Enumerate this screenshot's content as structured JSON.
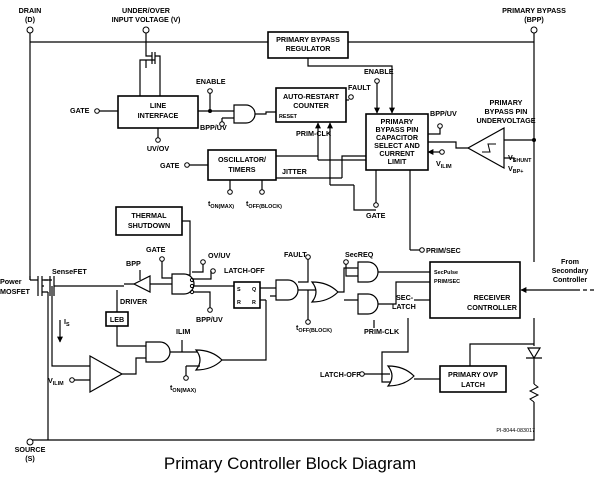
{
  "pins": {
    "drain": "DRAIN",
    "drain_sym": "(D)",
    "bpp": "PRIMARY BYPASS",
    "bpp_sym": "(BPP)",
    "source": "SOURCE",
    "source_sym": "(S)",
    "uvov1": "UNDER/OVER",
    "uvov2": "INPUT VOLTAGE (V)"
  },
  "blocks": {
    "bypass_reg_1": "PRIMARY BYPASS",
    "bypass_reg_2": "REGULATOR",
    "line_if_1": "LINE",
    "line_if_2": "INTERFACE",
    "auto_restart_1": "AUTO-RESTART",
    "auto_restart_2": "COUNTER",
    "reset": "RESET",
    "cap_sel_1": "PRIMARY",
    "cap_sel_2": "BYPASS PIN",
    "cap_sel_3": "CAPACITOR",
    "cap_sel_4": "SELECT AND",
    "cap_sel_5": "CURRENT",
    "cap_sel_6": "LIMIT",
    "osc_1": "OSCILLATOR/",
    "osc_2": "TIMERS",
    "thermal_1": "THERMAL",
    "thermal_2": "SHUTDOWN",
    "receiver_1": "RECEIVER",
    "receiver_2": "CONTROLLER",
    "secpulse": "SecPulse",
    "primsec_in": "PRIM/SEC",
    "ovp_1": "PRIMARY OVP",
    "ovp_2": "LATCH",
    "leb": "LEB",
    "ff_s": "S",
    "ff_q": "Q",
    "ff_r": "R"
  },
  "labels": {
    "gate1": "GATE",
    "enable1": "ENABLE",
    "bpp_uv1": "BPP/UV",
    "uv_ov": "UV/OV",
    "fault1": "FAULT",
    "enable2": "ENABLE",
    "prim_clk1": "PRIM-CLK",
    "gate2": "GATE",
    "jitter": "JITTER",
    "ton_max1": "t",
    "ton_max1_sub": "ON(MAX)",
    "toff_block1": "t",
    "toff_block1_sub": "OFF(BLOCK)",
    "gate3": "GATE",
    "bpp_uv2": "BPP/UV",
    "uvlo_1": "PRIMARY",
    "uvlo_2": "BYPASS PIN",
    "uvlo_3": "UNDERVOLTAGE",
    "ilim_v": "V",
    "ilim_v_sub": "ILIM",
    "vshunt": "V",
    "vshunt_sub": "SHUNT",
    "vbp": "V",
    "vbp_sub": "BP+",
    "gate4": "GATE",
    "ov_uv": "OV/UV",
    "latch_off1": "LATCH-OFF",
    "bpp": "BPP",
    "bpp_uv3": "BPP/UV",
    "fault2": "FAULT",
    "secreq": "SecREQ",
    "prim_sec": "PRIM/SEC",
    "toff_block2": "t",
    "toff_block2_sub": "OFF(BLOCK)",
    "sec_latch_1": "SEC-",
    "sec_latch_2": "LATCH",
    "prim_clk2": "PRIM-CLK",
    "power_1": "Power",
    "power_2": "MOSFET",
    "sensefet": "SenseFET",
    "driver": "DRIVER",
    "is": "I",
    "is_sub": "S",
    "ilim": "ILIM",
    "vilim": "V",
    "vilim_sub": "ILIM",
    "ton_max2": "t",
    "ton_max2_sub": "ON(MAX)",
    "latch_off2": "LATCH-OFF",
    "from_sec_1": "From",
    "from_sec_2": "Secondary",
    "from_sec_3": "Controller",
    "docnum": "PI-8044-083017"
  },
  "caption": "Primary Controller Block Diagram"
}
